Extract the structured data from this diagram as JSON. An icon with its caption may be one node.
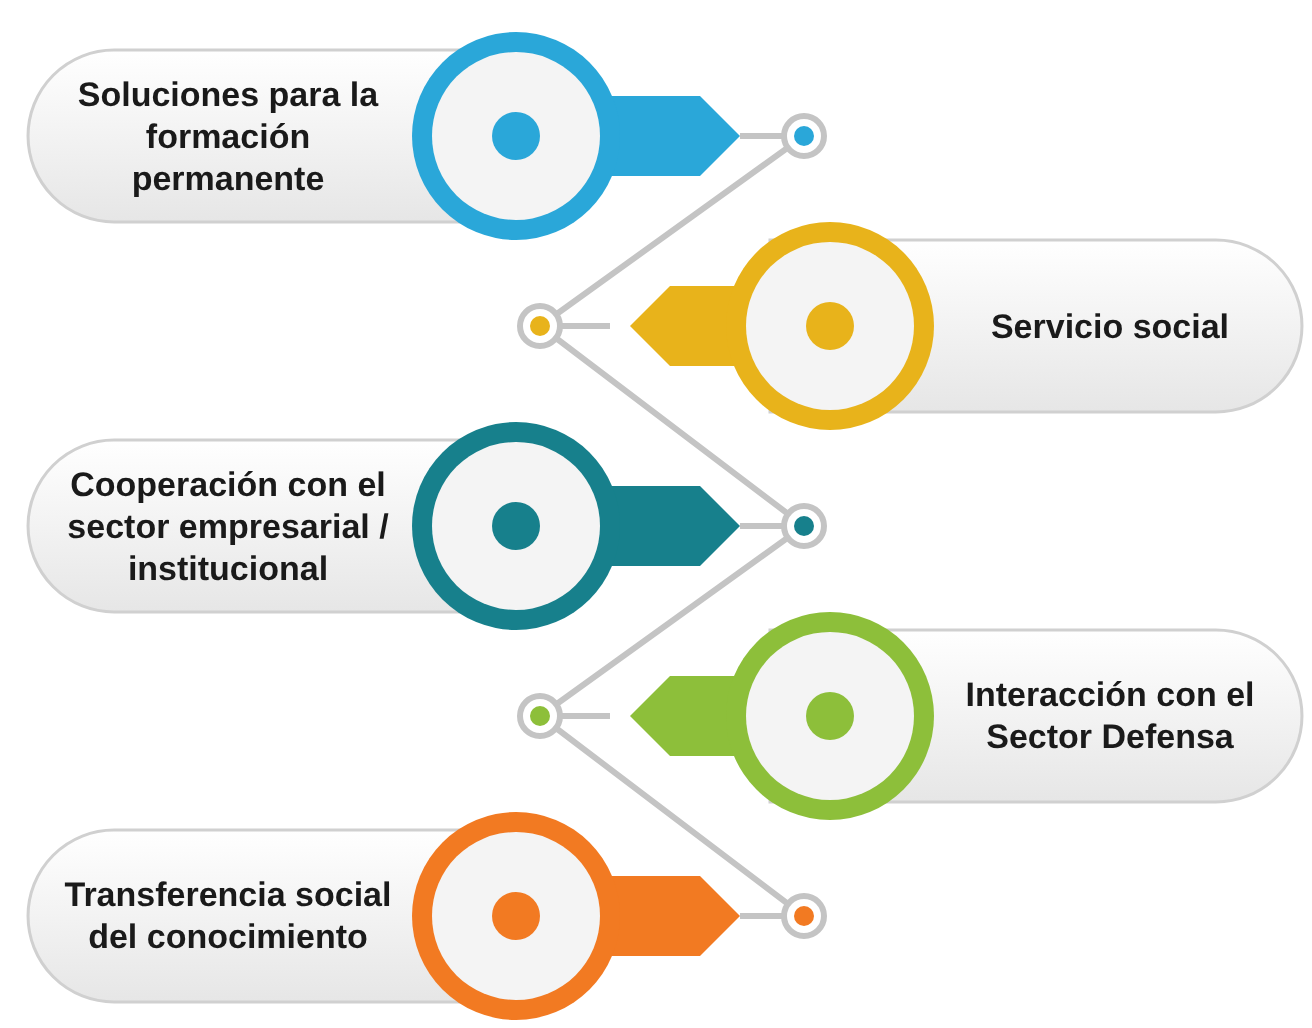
{
  "diagram": {
    "nodes": [
      {
        "text": [
          "Soluciones para la formación permanente"
        ]
      },
      {
        "text": [
          "Servicio social"
        ]
      },
      {
        "text": [
          "Cooperación con el sector empresarial / institucional"
        ]
      },
      {
        "text": [
          "Interacción con el Sector Defensa"
        ]
      },
      {
        "text": [
          "Transferencia social del conocimiento"
        ]
      }
    ],
    "edges": [
      {
        "from": 0,
        "to": 1,
        "arrow": "none"
      },
      {
        "from": 1,
        "to": 2,
        "arrow": "none"
      },
      {
        "from": 2,
        "to": 3,
        "arrow": "none"
      },
      {
        "from": 3,
        "to": 4,
        "arrow": "none"
      }
    ]
  }
}
